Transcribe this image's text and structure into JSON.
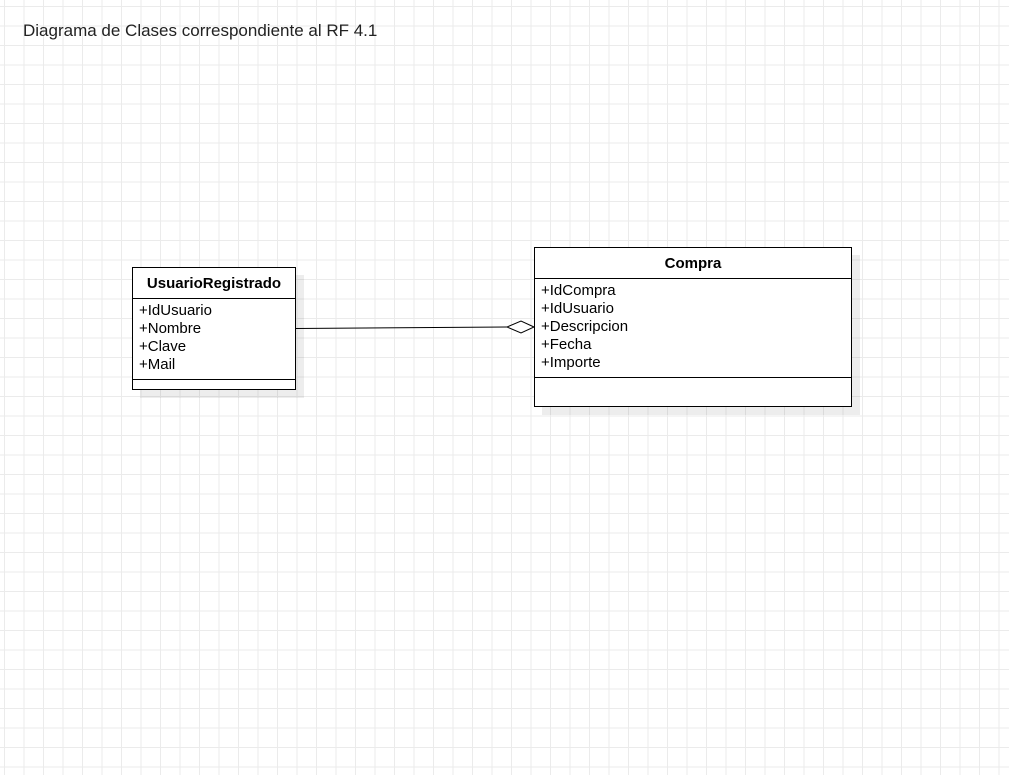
{
  "diagram": {
    "title": "Diagrama de Clases correspondiente al RF 4.1"
  },
  "classes": {
    "usuario": {
      "name": "UsuarioRegistrado",
      "attributes": [
        "+IdUsuario",
        "+Nombre",
        "+Clave",
        "+Mail"
      ],
      "methods": []
    },
    "compra": {
      "name": "Compra",
      "attributes": [
        "+IdCompra",
        "+IdUsuario",
        "+Descripcion",
        "+Fecha",
        "+Importe"
      ],
      "methods": []
    }
  },
  "relations": [
    {
      "type": "aggregation",
      "from": "UsuarioRegistrado",
      "to": "Compra",
      "diamond_end": "Compra"
    }
  ]
}
